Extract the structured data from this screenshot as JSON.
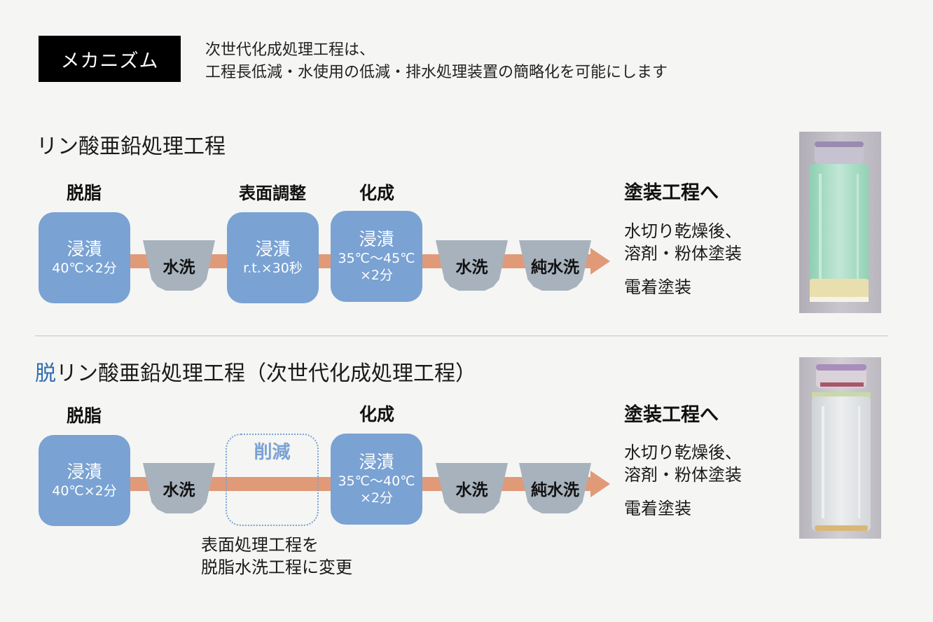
{
  "header": {
    "badge": "メカニズム",
    "intro_line1": "次世代化成処理工程は、",
    "intro_line2": "工程長低減・水使用の低減・排水処理装置の簡略化を可能にします"
  },
  "process_a": {
    "title": "リン酸亜鉛処理工程",
    "labels": {
      "degrease": "脱脂",
      "surface": "表面調整",
      "conversion": "化成"
    },
    "degrease_box": {
      "main": "浸漬",
      "sub": "40℃×2分"
    },
    "wash1": "水洗",
    "surface_box": {
      "main": "浸漬",
      "sub": "r.t.×30秒"
    },
    "conversion_box": {
      "main": "浸漬",
      "sub": "35℃〜45℃",
      "sub2": "×2分"
    },
    "wash2": "水洗",
    "wash3": "純水洗",
    "dest_title": "塗装工程へ",
    "dest_line1": "水切り乾燥後、",
    "dest_line2": "溶剤・粉体塗装",
    "dest_line3": "電着塗装",
    "jar": {
      "liquid_color": "#a8dcc6",
      "sediment_color": "#e9dfae"
    }
  },
  "process_b": {
    "title_accent": "脱",
    "title_rest": "リン酸亜鉛処理工程（次世代化成処理工程）",
    "labels": {
      "degrease": "脱脂",
      "conversion": "化成"
    },
    "degrease_box": {
      "main": "浸漬",
      "sub": "40℃×2分"
    },
    "wash1": "水洗",
    "removed_box": "削減",
    "conversion_box": {
      "main": "浸漬",
      "sub": "35℃〜40℃",
      "sub2": "×2分"
    },
    "wash2": "水洗",
    "wash3": "純水洗",
    "note_line1": "表面処理工程を",
    "note_line2": "脱脂水洗工程に変更",
    "dest_title": "塗装工程へ",
    "dest_line1": "水切り乾燥後、",
    "dest_line2": "溶剤・粉体塗装",
    "dest_line3": "電着塗装",
    "jar": {
      "liquid_color": "#dfe2e4",
      "sediment_color": "#d9b877"
    }
  },
  "colors": {
    "accent": "#2f6eb0",
    "box": "#7aa2d3",
    "wash": "#a7b2bd",
    "pipe": "#e09a78"
  }
}
